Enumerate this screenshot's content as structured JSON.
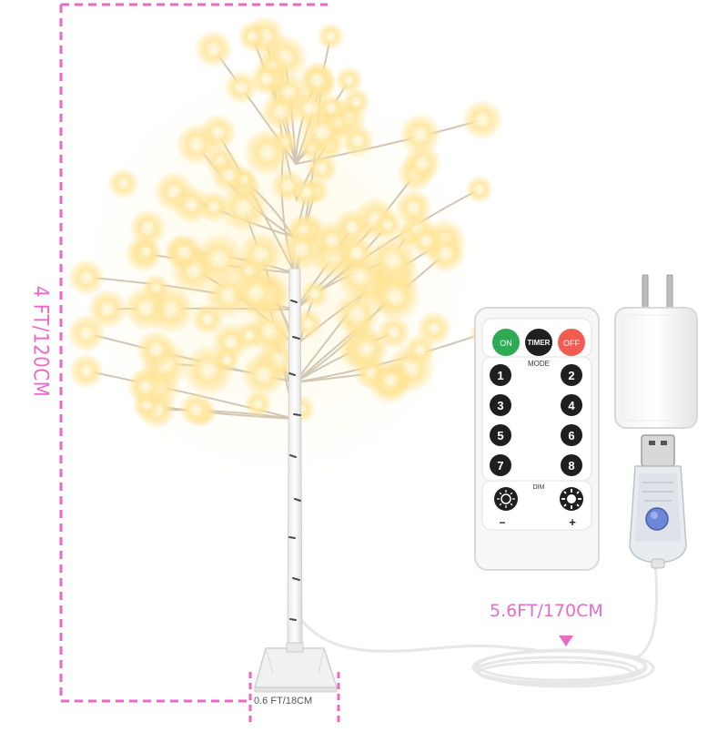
{
  "dimensions": {
    "height": "4 FT/120CM",
    "base": "0.6 FT/18CM",
    "cable": "5.6FT/170CM"
  },
  "remote": {
    "on_label": "ON",
    "timer_label": "TIMER",
    "off_label": "OFF",
    "mode_label": "MODE",
    "dim_label": "DIM",
    "minus_label": "−",
    "plus_label": "+",
    "number_buttons": [
      "1",
      "2",
      "3",
      "4",
      "5",
      "6",
      "7",
      "8"
    ],
    "colors": {
      "on": "#2eaa55",
      "timer": "#1f1f1f",
      "off": "#f25b50"
    }
  },
  "accent_color": "#ee66c8"
}
